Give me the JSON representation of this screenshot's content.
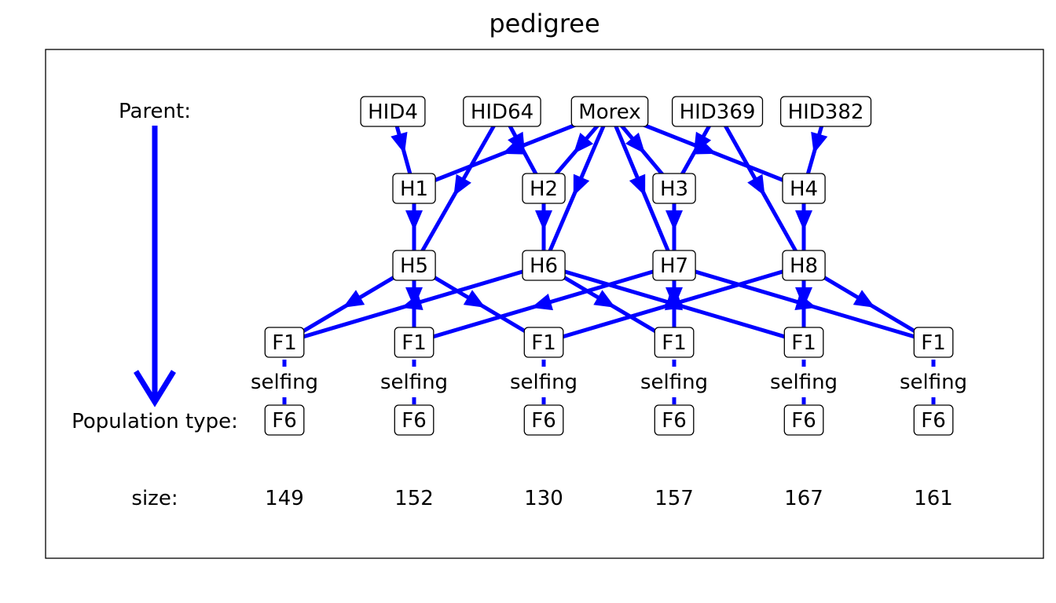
{
  "title": "pedigree",
  "row_labels": {
    "parent": "Parent:",
    "population_type": "Population type:",
    "size": "size:"
  },
  "edge_color": "#0000ff",
  "parents": [
    "HID4",
    "HID64",
    "Morex",
    "HID369",
    "HID382"
  ],
  "hybrids_1": [
    "H1",
    "H2",
    "H3",
    "H4"
  ],
  "hybrids_2": [
    "H5",
    "H6",
    "H7",
    "H8"
  ],
  "f1": [
    "F1",
    "F1",
    "F1",
    "F1",
    "F1",
    "F1"
  ],
  "selfing_label": "selfing",
  "populations": [
    "F6",
    "F6",
    "F6",
    "F6",
    "F6",
    "F6"
  ],
  "sizes": [
    "149",
    "152",
    "130",
    "157",
    "167",
    "161"
  ],
  "edges": [
    {
      "from": "HID4",
      "to": "H1"
    },
    {
      "from": "Morex",
      "to": "H1"
    },
    {
      "from": "HID64",
      "to": "H2"
    },
    {
      "from": "Morex",
      "to": "H2"
    },
    {
      "from": "HID369",
      "to": "H3"
    },
    {
      "from": "Morex",
      "to": "H3"
    },
    {
      "from": "HID382",
      "to": "H4"
    },
    {
      "from": "Morex",
      "to": "H4"
    },
    {
      "from": "H1",
      "to": "H5"
    },
    {
      "from": "HID64",
      "to": "H5"
    },
    {
      "from": "H2",
      "to": "H6"
    },
    {
      "from": "Morex",
      "to": "H6"
    },
    {
      "from": "H3",
      "to": "H7"
    },
    {
      "from": "Morex",
      "to": "H7"
    },
    {
      "from": "H4",
      "to": "H8"
    },
    {
      "from": "HID369",
      "to": "H8"
    },
    {
      "from": "H5",
      "to": "F1-1"
    },
    {
      "from": "H6",
      "to": "F1-1"
    },
    {
      "from": "H5",
      "to": "F1-2"
    },
    {
      "from": "H7",
      "to": "F1-2"
    },
    {
      "from": "H5",
      "to": "F1-3"
    },
    {
      "from": "H8",
      "to": "F1-3"
    },
    {
      "from": "H6",
      "to": "F1-4"
    },
    {
      "from": "H7",
      "to": "F1-4"
    },
    {
      "from": "H6",
      "to": "F1-5"
    },
    {
      "from": "H8",
      "to": "F1-5"
    },
    {
      "from": "H7",
      "to": "F1-6"
    },
    {
      "from": "H8",
      "to": "F1-6"
    }
  ]
}
